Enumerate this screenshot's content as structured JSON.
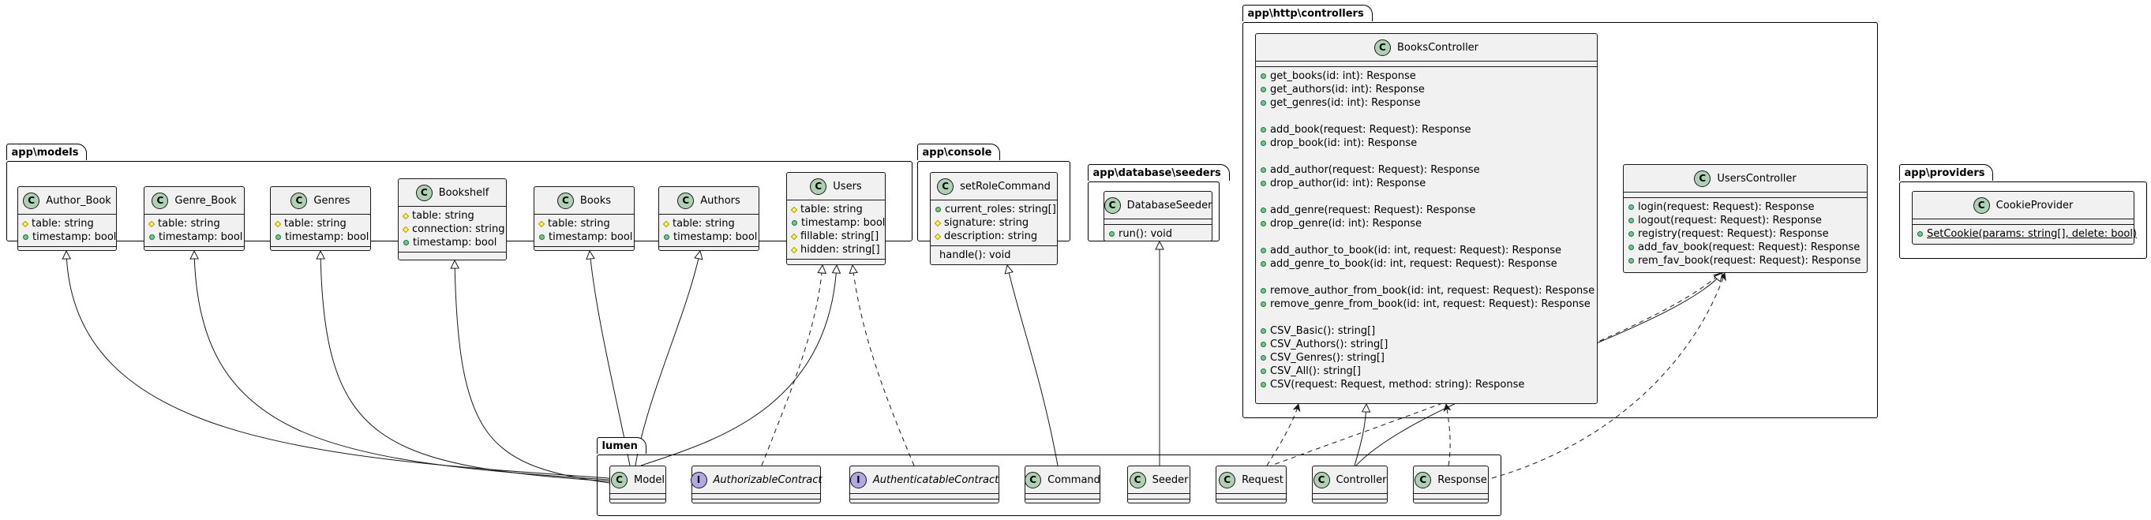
{
  "packages": {
    "models": "app\\models",
    "console": "app\\console",
    "seeders": "app\\database\\seeders",
    "controllers": "app\\http\\controllers",
    "providers": "app\\providers",
    "lumen": "lumen"
  },
  "classes": {
    "author_book": {
      "name": "Author_Book",
      "fields": [
        "table: string",
        "timestamp: bool"
      ]
    },
    "genre_book": {
      "name": "Genre_Book",
      "fields": [
        "table: string",
        "timestamp: bool"
      ]
    },
    "genres": {
      "name": "Genres",
      "fields": [
        "table: string",
        "timestamp: bool"
      ]
    },
    "bookshelf": {
      "name": "Bookshelf",
      "fields": [
        "table: string",
        "connection: string",
        "timestamp: bool"
      ]
    },
    "books": {
      "name": "Books",
      "fields": [
        "table: string",
        "timestamp: bool"
      ]
    },
    "authors": {
      "name": "Authors",
      "fields": [
        "table: string",
        "timestamp: bool"
      ]
    },
    "users": {
      "name": "Users",
      "fields": [
        "table: string",
        "timestamp: bool",
        "fillable: string[]",
        "hidden: string[]"
      ]
    },
    "setrolecommand": {
      "name": "setRoleCommand",
      "fields": [
        "current_roles: string[]",
        "signature: string",
        "description: string"
      ],
      "methods": [
        "handle(): void"
      ]
    },
    "databaseseeder": {
      "name": "DatabaseSeeder",
      "methods": [
        "run(): void"
      ]
    },
    "bookscontroller": {
      "name": "BooksController",
      "methods": [
        "get_books(id: int): Response",
        "get_authors(id: int): Response",
        "get_genres(id: int): Response",
        "add_book(request: Request): Response",
        "drop_book(id: int): Response",
        "add_author(request: Request): Response",
        "drop_author(id: int): Response",
        "add_genre(request: Request): Response",
        "drop_genre(id: int): Response",
        "add_author_to_book(id: int, request: Request): Response",
        "add_genre_to_book(id: int, request: Request): Response",
        "remove_author_from_book(id: int, request: Request): Response",
        "remove_genre_from_book(id: int, request: Request): Response",
        "CSV_Basic(): string[]",
        "CSV_Authors(): string[]",
        "CSV_Genres(): string[]",
        "CSV_All(): string[]",
        "CSV(request: Request, method: string): Response"
      ]
    },
    "userscontroller": {
      "name": "UsersController",
      "methods": [
        "login(request: Request): Response",
        "logout(request: Request): Response",
        "registry(request: Request): Response",
        "add_fav_book(request: Request): Response",
        "rem_fav_book(request: Request): Response"
      ]
    },
    "cookieprovider": {
      "name": "CookieProvider",
      "methods": [
        "SetCookie(params: string[], delete: bool)"
      ]
    },
    "model": {
      "name": "Model"
    },
    "authorizablecontract": {
      "name": "AuthorizableContract"
    },
    "authenticatablecontract": {
      "name": "AuthenticatableContract"
    },
    "command": {
      "name": "Command"
    },
    "seeder": {
      "name": "Seeder"
    },
    "request": {
      "name": "Request"
    },
    "controller": {
      "name": "Controller"
    },
    "response": {
      "name": "Response"
    }
  },
  "stereotypes": {
    "class": "C",
    "interface": "I"
  },
  "colors": {
    "class_fill": "#f1f1f1",
    "class_circle": "#add1b2",
    "interface_circle": "#b4a7e5",
    "public_marker": "#84be84",
    "protected_marker": "#ffff44",
    "border": "#181818"
  }
}
